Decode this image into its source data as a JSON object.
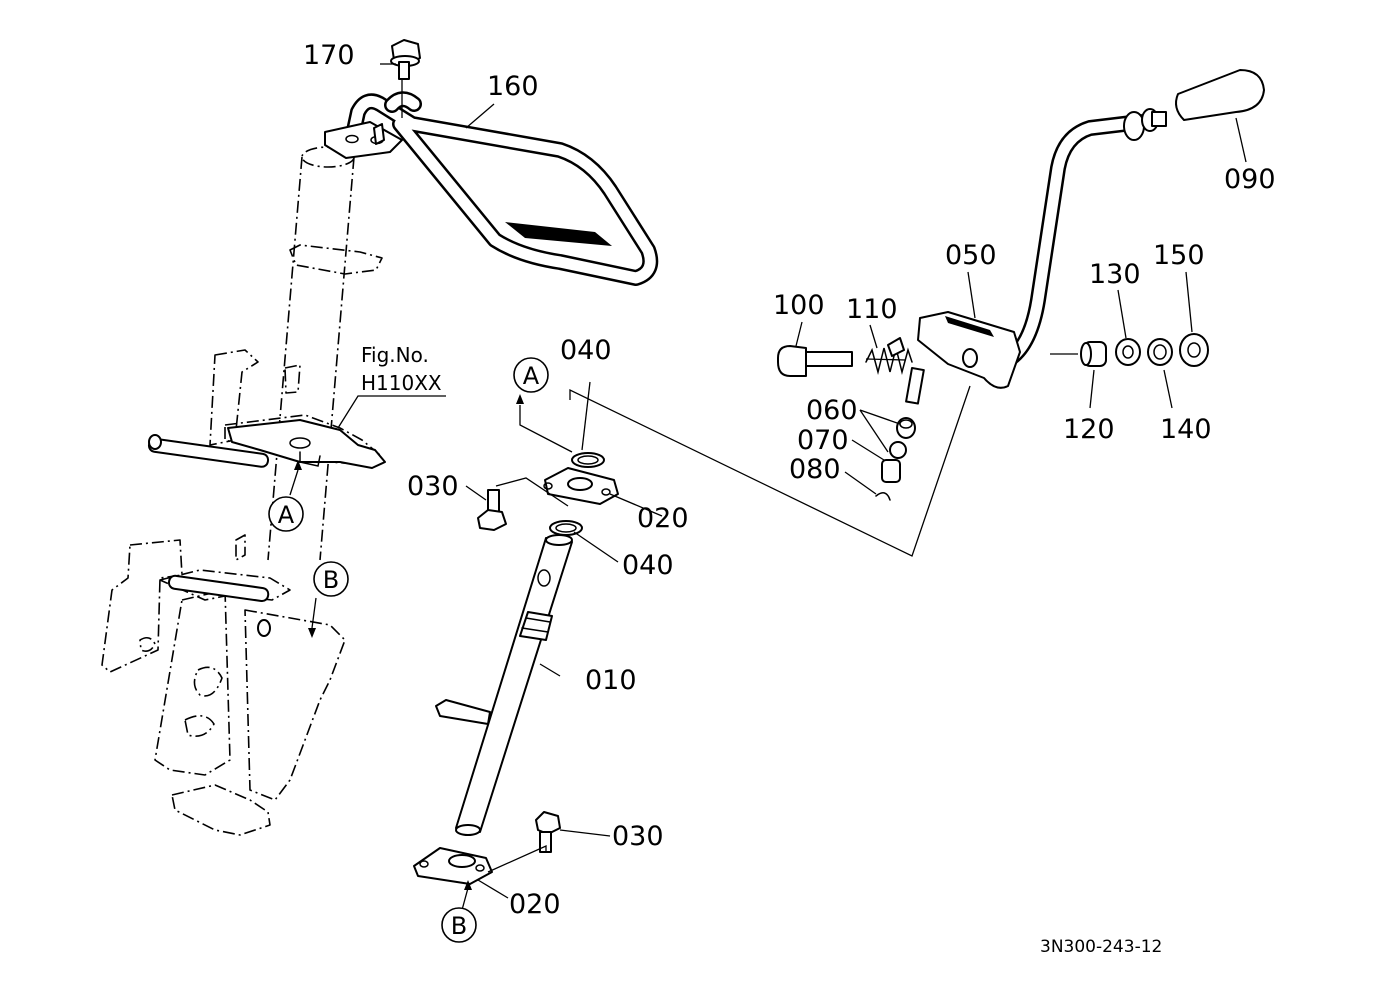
{
  "labels": {
    "p170": "170",
    "p160": "160",
    "p090": "090",
    "p050": "050",
    "p150": "150",
    "p130": "130",
    "p100": "100",
    "p110": "110",
    "p060": "060",
    "p070": "070",
    "p080": "080",
    "p120": "120",
    "p140": "140",
    "p040_top": "040",
    "p030_top": "030",
    "p020_top": "020",
    "p040_bottom": "040",
    "p010": "010",
    "p030_bottom": "030",
    "p020_bottom": "020"
  },
  "reference": {
    "fig_line1": "Fig.No.",
    "fig_line2": "H110XX"
  },
  "callouts": {
    "a_upper": "A",
    "a_lower": "A",
    "b_upper": "B",
    "b_lower": "B"
  },
  "drawing_code": "3N300-243-12"
}
